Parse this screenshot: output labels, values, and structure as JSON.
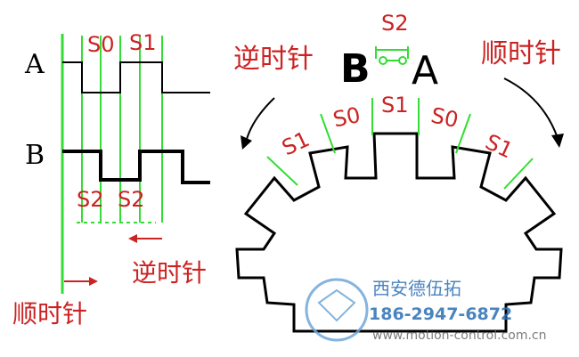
{
  "waveform": {
    "channel_a": "A",
    "channel_b": "B",
    "state_labels_top": [
      "S0",
      "S1"
    ],
    "state_labels_bottom": [
      "S2",
      "S2"
    ],
    "ccw_label": "逆时针",
    "cw_label": "顺时针"
  },
  "encoder": {
    "sensor_left": "B",
    "sensor_right": "A",
    "sensor_gap_label": "S2",
    "ccw_label": "逆时针",
    "cw_label": "顺时针",
    "sector_labels": [
      "S1",
      "S0",
      "S1",
      "S0",
      "S1"
    ]
  },
  "watermark": {
    "company": "西安德伍拓",
    "phone": "186-2947-6872",
    "url": "www.motion-control.com.cn"
  },
  "colors": {
    "red_label": "#cc2222",
    "green_line": "#33dd33",
    "black": "#000000",
    "watermark_blue": "#2a6fb5",
    "watermark_gray": "#888888"
  }
}
